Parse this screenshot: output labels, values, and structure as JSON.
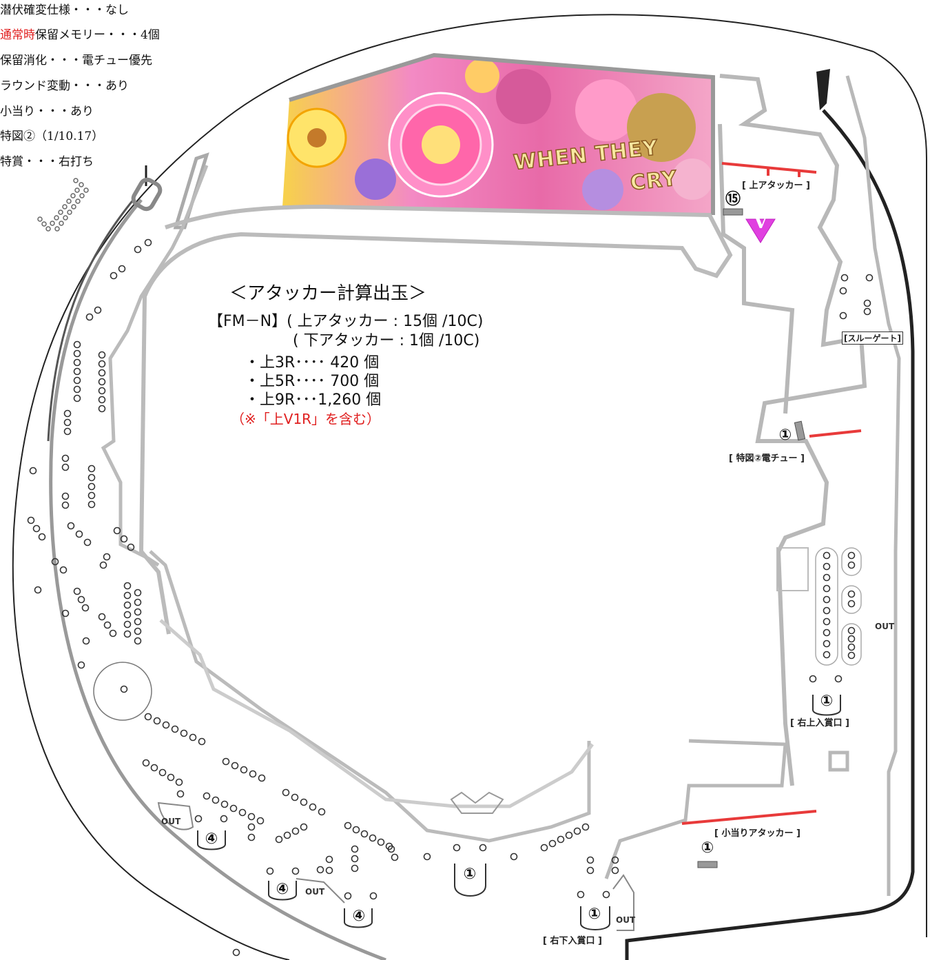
{
  "spec": [
    {
      "text": "潜伏確変仕様・・・なし",
      "red": ""
    },
    {
      "red": "通常時",
      "text": "保留メモリー・・・4個"
    },
    {
      "text": "保留消化・・・電チュー優先",
      "red": ""
    },
    {
      "text": "ラウンド変動・・・あり",
      "red": ""
    },
    {
      "text": "小当り・・・あり",
      "red": ""
    },
    {
      "text": "特図②（1/10.17）",
      "red": ""
    },
    {
      "text": "特賞・・・右打ち",
      "red": ""
    }
  ],
  "art": {
    "line1": "WHEN THEY",
    "line2": "CRY"
  },
  "calc": {
    "title": "＜アタッカー計算出玉＞",
    "line1": "【FM－N】( 上アタッカー : 15個 /10C)",
    "line2": "( 下アタッカー : 1個 /10C)",
    "r3": "・上3R････ 420 個",
    "r5": "・上5R････ 700 個",
    "r9": "・上9R･･･1,260 個",
    "note": "（※「上V1R」を含む）"
  },
  "labels": {
    "upper_attacker": "[ 上アタッカー ]",
    "through_gate": "[スルーゲート]",
    "denchu": "[ 特図②電チュー ]",
    "right_upper": "[ 右上入賞口 ]",
    "koatari": "[ 小当りアタッカー ]",
    "right_lower": "[ 右下入賞口 ]",
    "v": "V"
  },
  "payouts": {
    "upper_attacker": "⑮",
    "denchu": "①",
    "right_upper": "①",
    "koatari": "①",
    "right_lower": "①",
    "center": "①",
    "left_a": "④",
    "left_b": "④",
    "left_c": "④"
  },
  "out_label": "OUT",
  "colors": {
    "red_bar": "#e83a3a",
    "v_magenta": "#e040e0",
    "rail": "#b0b0b0"
  }
}
